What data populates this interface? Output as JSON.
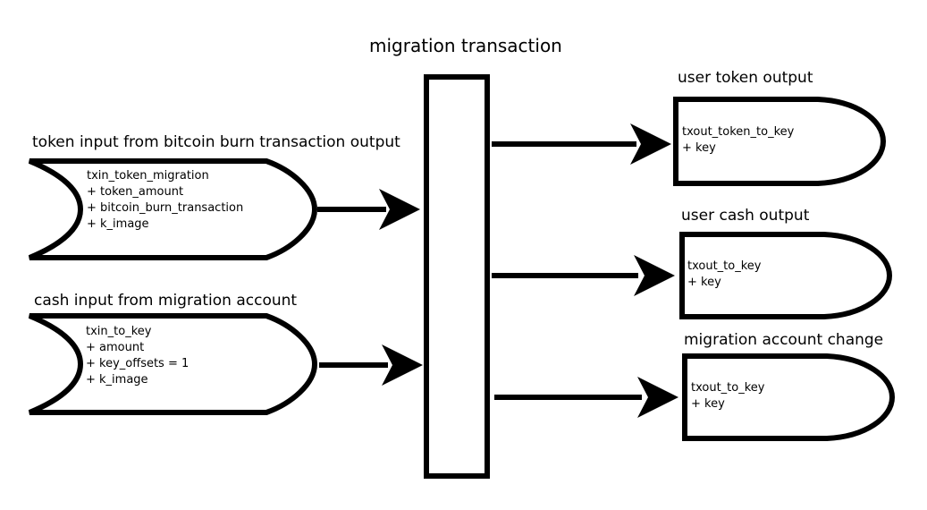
{
  "title": "migration transaction",
  "colors": {
    "stroke": "#000000",
    "fill": "#ffffff",
    "text": "#000000"
  },
  "inputs": [
    {
      "title": "token input from bitcoin burn transaction output",
      "lines": [
        "txin_token_migration",
        "+ token_amount",
        "+ bitcoin_burn_transaction",
        "+ k_image"
      ]
    },
    {
      "title": "cash input from migration account",
      "lines": [
        "txin_to_key",
        "+ amount",
        "+ key_offsets = 1",
        "+ k_image"
      ]
    }
  ],
  "outputs": [
    {
      "title": "user token output",
      "lines": [
        "txout_token_to_key",
        "+ key"
      ]
    },
    {
      "title": "user cash output",
      "lines": [
        "txout_to_key",
        "+ key"
      ]
    },
    {
      "title": "migration account change",
      "lines": [
        "txout_to_key",
        "+ key"
      ]
    }
  ]
}
